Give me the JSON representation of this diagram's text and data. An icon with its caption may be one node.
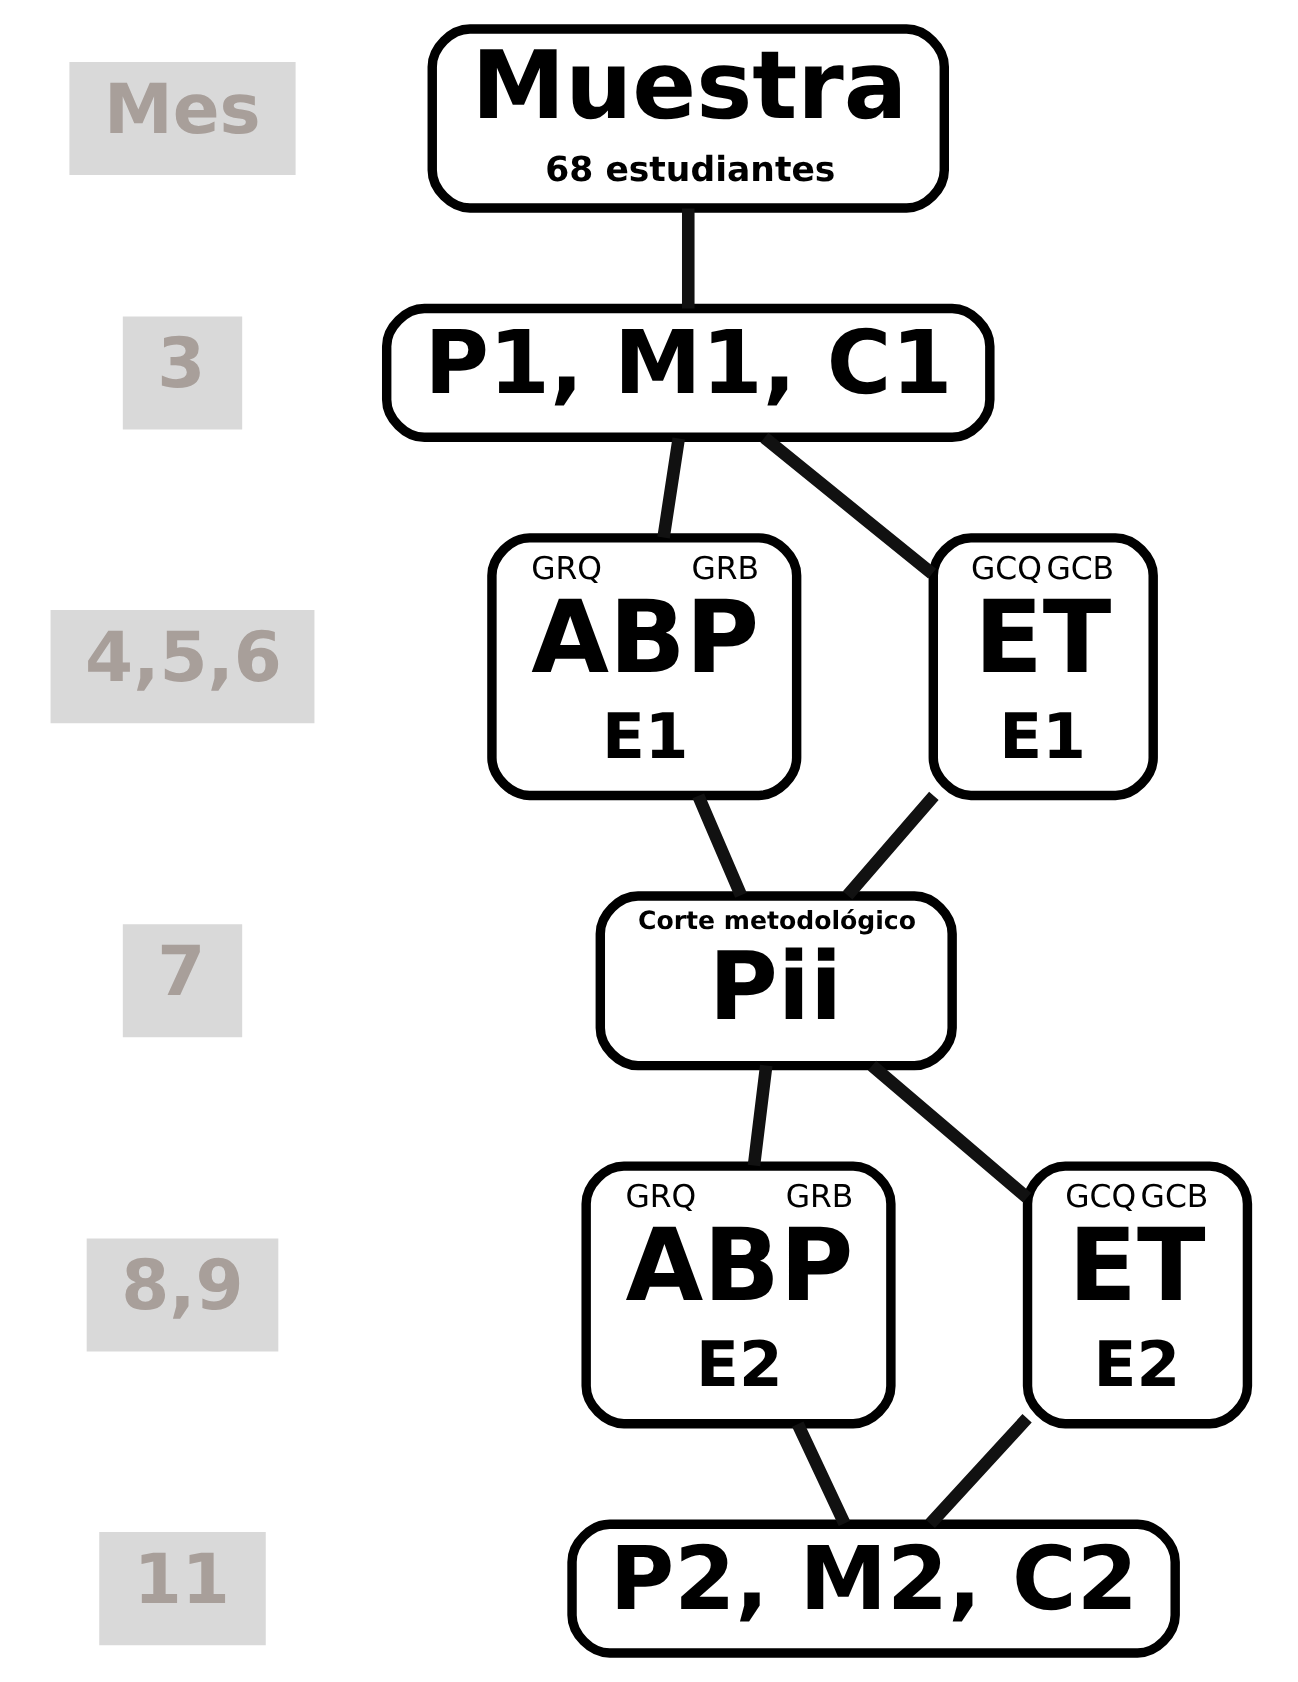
{
  "diagram": {
    "nodes": [
      {
        "text": [
          "Muestra",
          "68 estudiantes"
        ]
      },
      {
        "text": [
          "P1, M1, C1"
        ]
      },
      {
        "text": [
          "GCQ",
          "GCB",
          "ET",
          "E1"
        ]
      },
      {
        "text": [
          "GRQ",
          "GRB",
          "ABP",
          "E1"
        ]
      },
      {
        "text": [
          "Corte metodológico",
          "Pii"
        ]
      },
      {
        "text": [
          "GCQ",
          "GCB",
          "ET",
          "E2"
        ]
      },
      {
        "text": [
          "GRQ",
          "GRB",
          "ABP",
          "E2"
        ]
      },
      {
        "text": [
          "P2, M2, C2"
        ]
      }
    ],
    "edges": [
      {
        "from": 0,
        "to": 1,
        "arrow": "none"
      },
      {
        "from": 1,
        "to": 2,
        "arrow": "none"
      },
      {
        "from": 1,
        "to": 3,
        "arrow": "none"
      },
      {
        "from": 2,
        "to": 4,
        "arrow": "none"
      },
      {
        "from": 3,
        "to": 4,
        "arrow": "none"
      },
      {
        "from": 4,
        "to": 5,
        "arrow": "none"
      },
      {
        "from": 4,
        "to": 6,
        "arrow": "none"
      },
      {
        "from": 5,
        "to": 7,
        "arrow": "none"
      },
      {
        "from": 6,
        "to": 7,
        "arrow": "none"
      }
    ],
    "labels": [
      "Mes",
      "3",
      "4,5,6",
      "7",
      "8,9",
      "11"
    ]
  }
}
